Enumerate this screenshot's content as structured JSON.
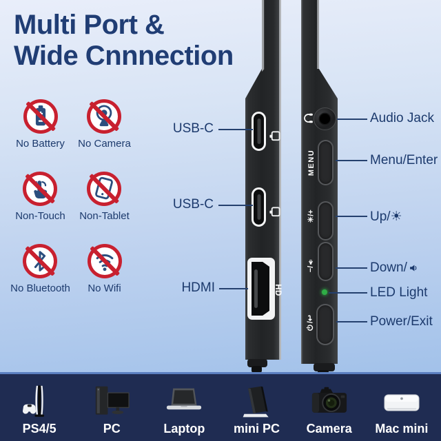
{
  "title": {
    "line1": "Multi Port &",
    "line2": "Wide Cnnnection"
  },
  "prohibitions": {
    "items": [
      {
        "icon": "no-battery-icon",
        "label": "No Battery"
      },
      {
        "icon": "no-camera-icon",
        "label": "No Camera"
      },
      {
        "icon": "non-touch-icon",
        "label": "Non-Touch"
      },
      {
        "icon": "non-tablet-icon",
        "label": "Non-Tablet"
      },
      {
        "icon": "no-bluetooth-icon",
        "label": "No Bluetooth"
      },
      {
        "icon": "no-wifi-icon",
        "label": "No Wifi"
      }
    ]
  },
  "left_panel": {
    "labels": {
      "usb_c_1": "USB-C",
      "usb_c_2": "USB-C",
      "hdmi": "HDMI"
    },
    "markings": {
      "hdmi": "HD"
    }
  },
  "right_panel": {
    "labels": {
      "audio_jack": "Audio Jack",
      "menu": "Menu/Enter",
      "up": "Up/☀",
      "down": "Down/",
      "led": "LED Light",
      "power": "Power/Exit"
    },
    "markings": {
      "menu": "MENU",
      "up": "☀/+",
      "down_prefix": "−/",
      "power_suffix": "/↩"
    }
  },
  "devices": {
    "items": [
      {
        "icon": "ps5-icon",
        "label": "PS4/5"
      },
      {
        "icon": "pc-tower-icon",
        "label": "PC"
      },
      {
        "icon": "laptop-icon",
        "label": "Laptop"
      },
      {
        "icon": "mini-pc-icon",
        "label": "mini PC"
      },
      {
        "icon": "camera-icon",
        "label": "Camera"
      },
      {
        "icon": "mac-mini-icon",
        "label": "Mac mini"
      }
    ]
  },
  "colors": {
    "accent_navy": "#1c3a6d",
    "prohibit_red": "#c8202f",
    "led_green": "#2fae46",
    "bottom_bar_bg": "#1f2c52",
    "background_top": "#e9eefa",
    "background_bottom": "#9cbde8"
  }
}
